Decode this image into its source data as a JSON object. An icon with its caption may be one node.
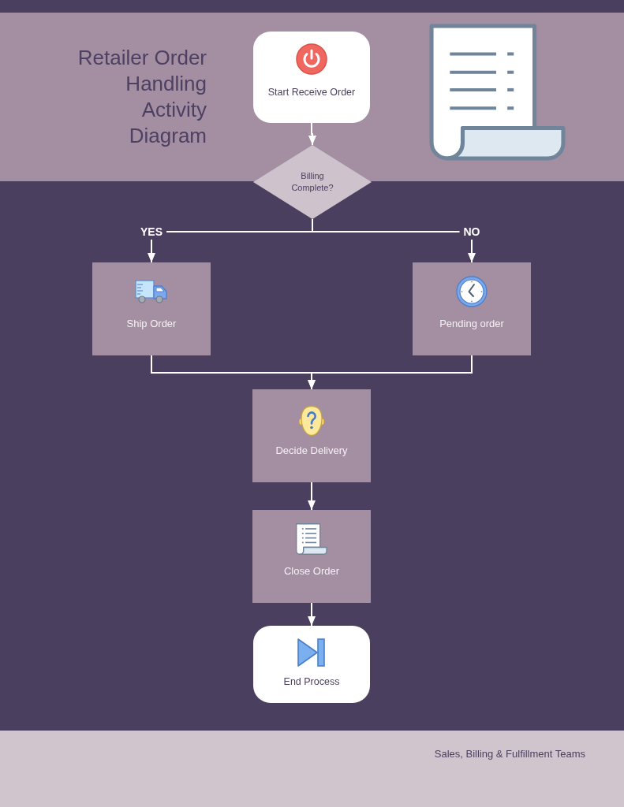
{
  "diagram": {
    "title": "Retailer Order Handling Activity Diagram",
    "nodes": [
      {
        "text": [
          "Start Receive Order"
        ]
      },
      {
        "text": [
          "Billing Complete?"
        ]
      },
      {
        "text": [
          "Ship Order"
        ]
      },
      {
        "text": [
          "Pending order"
        ]
      },
      {
        "text": [
          "Decide Delivery"
        ]
      },
      {
        "text": [
          "Close Order"
        ]
      },
      {
        "text": [
          "End Process"
        ]
      }
    ],
    "edges": [
      {
        "from": 0,
        "to": 1,
        "arrow": "to"
      },
      {
        "from": 1,
        "to": 2,
        "arrow": "to",
        "label": "YES"
      },
      {
        "from": 1,
        "to": 3,
        "arrow": "to",
        "label": "NO"
      },
      {
        "from": 2,
        "to": 4,
        "arrow": "to"
      },
      {
        "from": 3,
        "to": 4,
        "arrow": "to"
      },
      {
        "from": 4,
        "to": 5,
        "arrow": "to"
      },
      {
        "from": 5,
        "to": 6,
        "arrow": "to"
      }
    ],
    "labels": [
      "Sales, Billing & Fulfillment Teams"
    ]
  }
}
